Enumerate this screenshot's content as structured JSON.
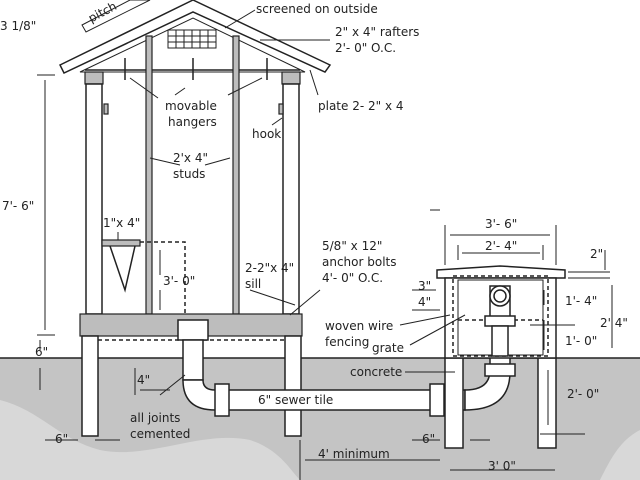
{
  "labels": {
    "pitch": "pitch",
    "screened": "screened on outside",
    "rafters_1": "2\" x 4\" rafters",
    "rafters_2": "2'- 0\" O.C.",
    "plate": "plate 2- 2\" x 4",
    "overhang": "3 1/8\"",
    "hangers_1": "movable",
    "hangers_2": "hangers",
    "hook": "hook",
    "studs_1": "2'x 4\"",
    "studs_2": "studs",
    "height": "7'- 6\"",
    "seat_board": "1\"x 4\"",
    "seat_height": "3'- 0\"",
    "sill_1": "2-2\"x 4\"",
    "sill_2": "sill",
    "bolts_1": "5/8\" x 12\"",
    "bolts_2": "anchor bolts",
    "bolts_3": "4'- 0\" O.C.",
    "fencing_1": "woven wire",
    "fencing_2": "fencing",
    "grate": "grate",
    "concrete": "concrete",
    "sewer": "6\" sewer tile",
    "joints_1": "all joints",
    "joints_2": "cemented",
    "above_ground": "6\"",
    "pipe_drop": "4\"",
    "footing_left": "6\"",
    "minimum": "4' minimum",
    "footing_right": "6\"",
    "pit_width": "3' 0\"",
    "box_outer": "3'- 6\"",
    "box_inner": "2'- 4\"",
    "lid": "2\"",
    "dim_3": "3\"",
    "dim_4": "4\"",
    "upper": "1'- 4\"",
    "lower": "1'- 0\"",
    "total": "2' 4\"",
    "depth": "2'- 0\""
  }
}
